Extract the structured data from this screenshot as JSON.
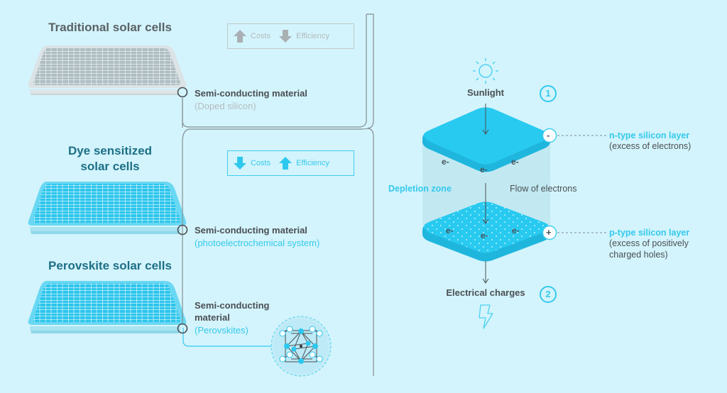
{
  "colors": {
    "background": "#d3f4fc",
    "accent_blue": "#35c9ec",
    "layer_blue": "#26c9ef",
    "grey_text": "#b4bcbf",
    "dark_text": "#4a4f53",
    "teal_title": "#1d6f86",
    "line": "#8a9599"
  },
  "left": {
    "cells": [
      {
        "title": "Traditional solar cells",
        "panel_style": "grey",
        "material_label": "Semi-conducting material",
        "material_detail": "(Doped silicon)",
        "legend": {
          "style": "grey",
          "items": [
            {
              "icon": "arrow-up-icon",
              "label": "Costs"
            },
            {
              "icon": "arrow-down-icon",
              "label": "Efficiency"
            }
          ]
        }
      },
      {
        "title_line1": "Dye sensitized",
        "title_line2": "solar cells",
        "panel_style": "blue",
        "material_label": "Semi-conducting material",
        "material_detail": "(photoelectrochemical system)",
        "legend": {
          "style": "blue",
          "items": [
            {
              "icon": "arrow-down-icon",
              "label": "Costs"
            },
            {
              "icon": "arrow-up-icon",
              "label": "Efficiency"
            }
          ]
        }
      },
      {
        "title": "Perovskite solar cells",
        "panel_style": "blue",
        "material_label_line1": "Semi-conducting",
        "material_label_line2": "material",
        "material_detail": "(Perovskites)",
        "crystal_icon": "perovskite-crystal-icon"
      }
    ]
  },
  "right": {
    "sunlight_label": "Sunlight",
    "step1": "1",
    "step2": "2",
    "electrical_label": "Electrical charges",
    "depletion_label": "Depletion zone",
    "flow_label": "Flow of electrons",
    "electron_symbol": "e-",
    "n_sign": "-",
    "p_sign": "+",
    "n_layer": {
      "title": "n-type silicon layer",
      "note": "(excess of electrons)"
    },
    "p_layer": {
      "title": "p-type silicon layer",
      "note_line1": "(excess of positively",
      "note_line2": "charged holes)"
    }
  }
}
